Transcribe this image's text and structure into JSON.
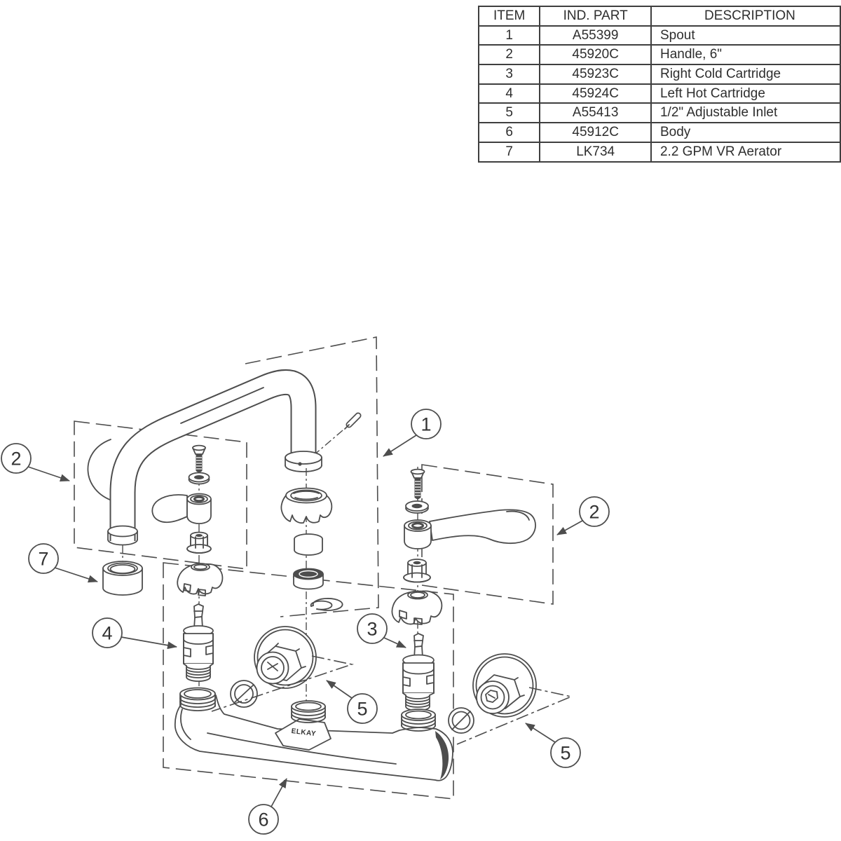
{
  "parts_table": {
    "headers": {
      "item": "ITEM",
      "part": "IND. PART",
      "description": "DESCRIPTION"
    },
    "rows": [
      {
        "item": "1",
        "part": "A55399",
        "description": "Spout"
      },
      {
        "item": "2",
        "part": "45920C",
        "description": "Handle, 6\""
      },
      {
        "item": "3",
        "part": "45923C",
        "description": "Right Cold Cartridge"
      },
      {
        "item": "4",
        "part": "45924C",
        "description": "Left Hot Cartridge"
      },
      {
        "item": "5",
        "part": "A55413",
        "description": "1/2\" Adjustable Inlet"
      },
      {
        "item": "6",
        "part": "45912C",
        "description": "Body"
      },
      {
        "item": "7",
        "part": "LK734",
        "description": "2.2 GPM VR Aerator"
      }
    ]
  },
  "diagram": {
    "brand_text": "ELKAY",
    "callouts": {
      "spout": "1",
      "handle_left": "2",
      "handle_right": "2",
      "right_cold_cartridge": "3",
      "left_hot_cartridge": "4",
      "inlet_center": "5",
      "inlet_right": "5",
      "body": "6",
      "aerator": "7"
    }
  },
  "colors": {
    "line": "#4d4d4d",
    "table_border": "#3f3f3f",
    "text": "#2e2e2e",
    "background": "#ffffff"
  }
}
